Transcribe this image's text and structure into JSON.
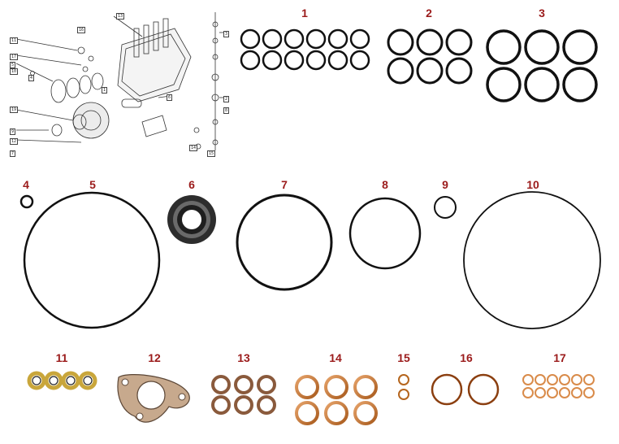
{
  "parts": [
    {
      "number": "1"
    },
    {
      "number": "2"
    },
    {
      "number": "3"
    },
    {
      "number": "4"
    },
    {
      "number": "5"
    },
    {
      "number": "6"
    },
    {
      "number": "7"
    },
    {
      "number": "8"
    },
    {
      "number": "9"
    },
    {
      "number": "10"
    },
    {
      "number": "11"
    },
    {
      "number": "12"
    },
    {
      "number": "13"
    },
    {
      "number": "14"
    },
    {
      "number": "15"
    },
    {
      "number": "16"
    },
    {
      "number": "17"
    }
  ],
  "diagram_callouts": [
    "13",
    "16",
    "11",
    "17",
    "5",
    "10",
    "4",
    "1",
    "19",
    "9",
    "12",
    "7",
    "6",
    "3",
    "2",
    "8",
    "14",
    "15"
  ],
  "colors": {
    "number": "#9b1b1b",
    "oring": "#111111",
    "copper": "#b5651d",
    "copper_light": "#d98b4a",
    "brass": "#c9a63b",
    "gasket": "#c7a98d"
  }
}
